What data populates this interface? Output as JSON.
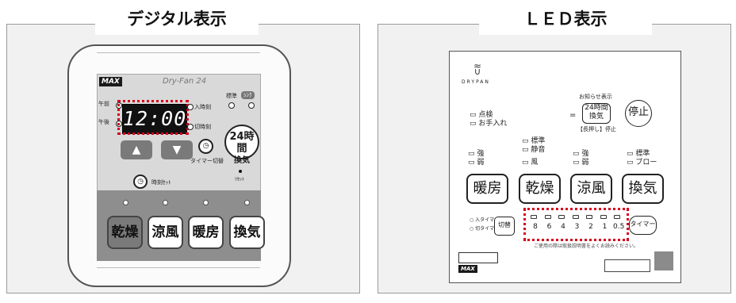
{
  "digital_panel": {
    "title": "デジタル表示",
    "brand": "MAX",
    "product": "Dry-Fan 24",
    "display_time": "12:00",
    "am_label": "午前",
    "pm_label": "午後",
    "on_time_label": "入時刻",
    "off_time_label": "切時刻",
    "standard_label": "標準",
    "strong_label": "ｼﾝｸ",
    "btn_24h_line1": "24時間",
    "btn_24h_line2": "換気",
    "timer_switch_label": "タイマー切替",
    "reset_label": "ﾘｾｯﾄ",
    "clock_set_label": "時刻ｾｯﾄ",
    "up_arrow": "▲",
    "down_arrow": "▼",
    "modes": [
      "乾燥",
      "涼風",
      "暖房",
      "換気"
    ]
  },
  "led_panel": {
    "title": "ＬＥＤ表示",
    "logo_text": "DRYPAN",
    "check_label": "点検",
    "care_label": "お手入れ",
    "notice_label": "お知らせ表示",
    "btn_24h_line1": "24時間",
    "btn_24h_line2": "換気",
    "hold_note": "【長押し】停止",
    "stop_label": "停止",
    "std_label": "標準",
    "quiet_label": "静音",
    "weak_label": "弱",
    "strong_label": "強",
    "wind_label": "風",
    "std2_label": "標準",
    "blow_label": "ブロー",
    "buttons": [
      "暖房",
      "乾燥",
      "涼風",
      "換気"
    ],
    "on_timer_label": "入タイマー",
    "off_timer_label": "切タイマー",
    "switch_label": "切替",
    "timer_label": "タイマー",
    "timer_values": [
      "8",
      "6",
      "4",
      "3",
      "2",
      "1",
      "0.5"
    ],
    "footer_note": "ご使用の際は取扱説明書をよくお読みください。",
    "brand": "MAX"
  }
}
